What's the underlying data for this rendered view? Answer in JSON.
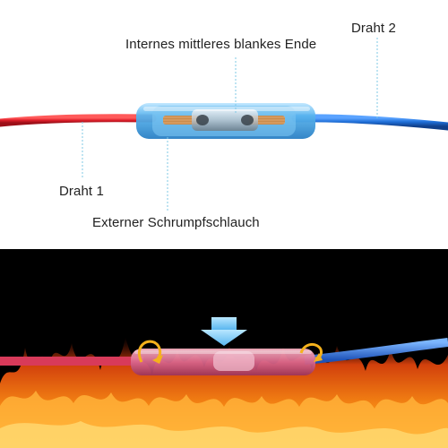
{
  "labels": {
    "internal_bare_end": "Internes mittleres blankes Ende",
    "wire_2": "Draht 2",
    "wire_1": "Draht 1",
    "external_shrink_tube": "Externer Schrumpfschlauch"
  },
  "colors": {
    "red_wire": "#e0202c",
    "blue_wire": "#1f6fd8",
    "connector_blue": "#59b4ee",
    "leader_line": "#7fc8e6",
    "flame_orange": "#f07a14",
    "arrow_yellow": "#f5b21c",
    "indicator_arrow": "#8fd4f7"
  }
}
